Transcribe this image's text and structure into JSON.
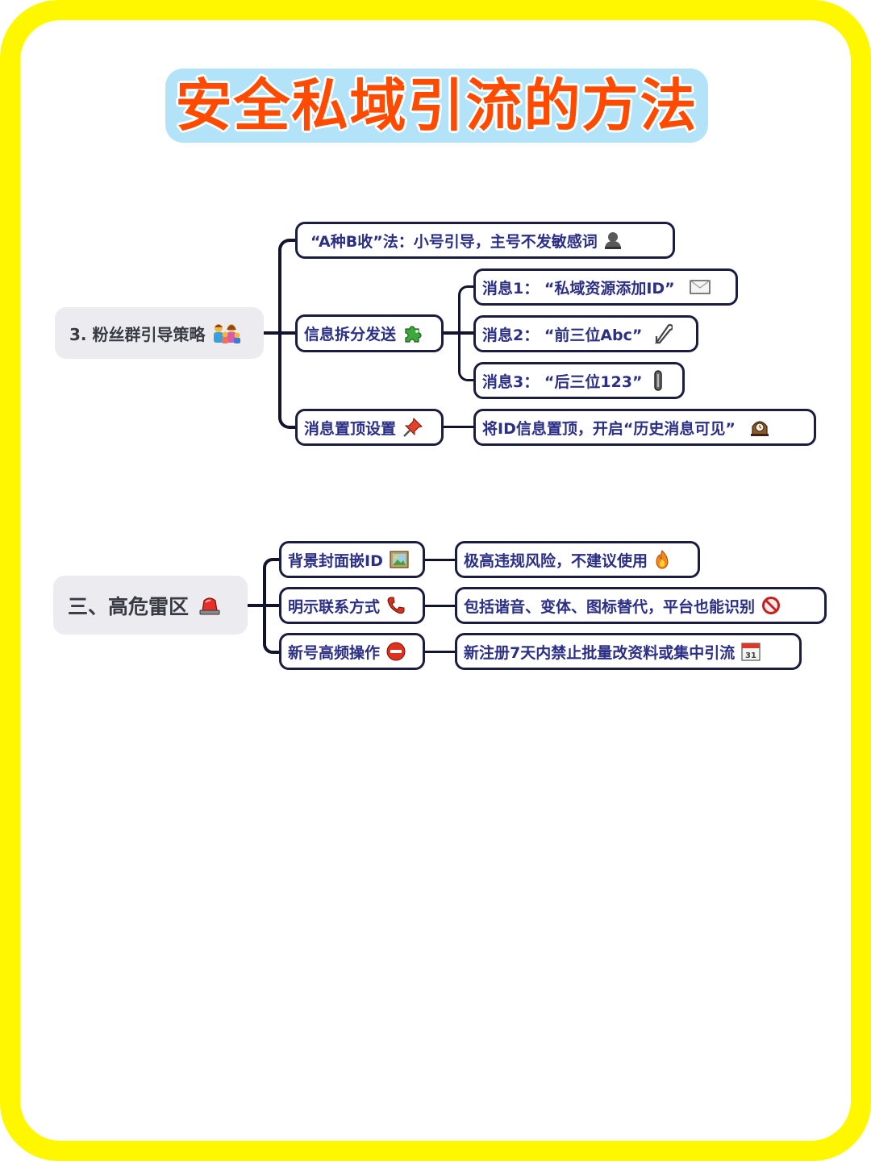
{
  "title": "安全私域引流的方法",
  "colors": {
    "frame": "#fff700",
    "title_bg": "#b3e3f8",
    "title_text": "#ff4a00",
    "root_bg": "#ececf0",
    "root_text": "#3a3a45",
    "node_border": "#1a1c40",
    "node_text": "#2b2f86"
  },
  "sections": [
    {
      "root": {
        "label": "3. 粉丝群引导策略",
        "icon": "family-icon"
      },
      "branches": [
        {
          "label": "“A种B收”法：小号引导，主号不发敏感词",
          "icon": "silhouette-person-icon",
          "children": []
        },
        {
          "label": "信息拆分发送",
          "icon": "puzzle-piece-icon",
          "children": [
            {
              "label": "消息1：  “私域资源添加ID”",
              "icon": "envelope-icon"
            },
            {
              "label": "消息2：  “前三位Abc”",
              "icon": "safety-pin-icon"
            },
            {
              "label": "消息3：  “后三位123”",
              "icon": "paperclip-icon"
            }
          ]
        },
        {
          "label": "消息置顶设置",
          "icon": "pushpin-icon",
          "children": [
            {
              "label": "将ID信息置顶，开启“历史消息可见”",
              "icon": "mantelpiece-clock-icon"
            }
          ]
        }
      ]
    },
    {
      "root": {
        "label": "三、高危雷区",
        "icon": "police-light-icon"
      },
      "branches": [
        {
          "label": "背景封面嵌ID",
          "icon": "framed-picture-icon",
          "children": [
            {
              "label": "极高违规风险，不建议使用",
              "icon": "fire-icon"
            }
          ]
        },
        {
          "label": "明示联系方式",
          "icon": "telephone-icon",
          "children": [
            {
              "label": "包括谐音、变体、图标替代，平台也能识别",
              "icon": "prohibited-icon"
            }
          ]
        },
        {
          "label": "新号高频操作",
          "icon": "no-entry-icon",
          "children": [
            {
              "label": "新注册7天内禁止批量改资料或集中引流",
              "icon": "calendar-icon"
            }
          ]
        }
      ]
    }
  ]
}
